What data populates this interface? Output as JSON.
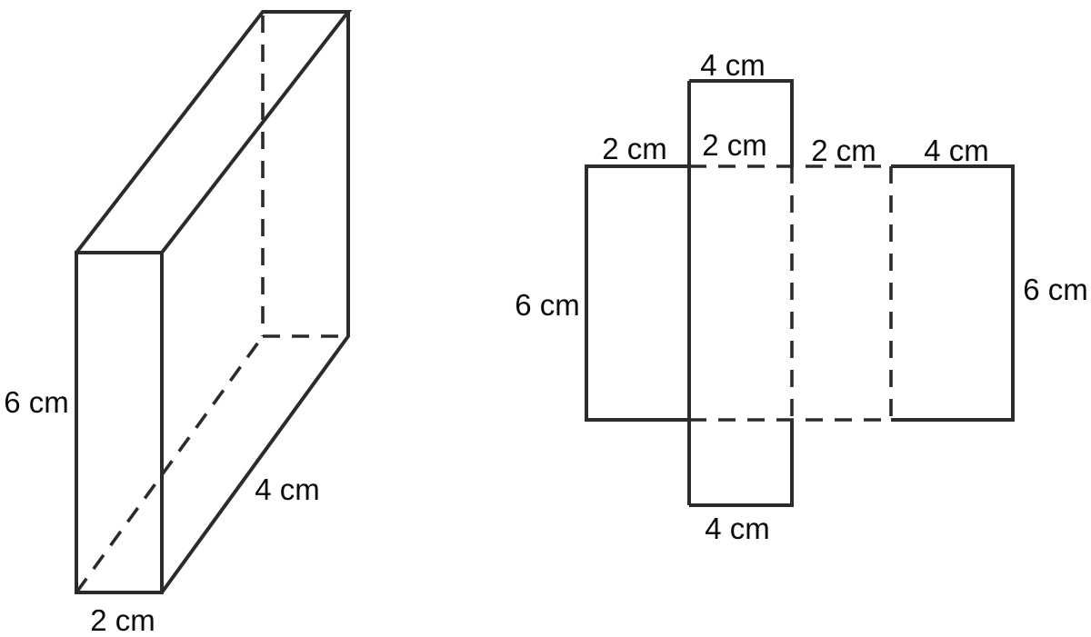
{
  "diagram": {
    "description": "Rectangular prism with its unfolded net",
    "background_color": "#ffffff",
    "line_color": "#2b2b2b",
    "text_color": "#0a0a0a",
    "prism": {
      "shape": "rectangular-prism",
      "labels": {
        "height": "6 cm",
        "depth": "2 cm",
        "length": "4 cm"
      }
    },
    "net": {
      "shape": "prism-net",
      "labels": {
        "top_flap_width": "4 cm",
        "left_face_width": "2 cm",
        "top_flap_depth": "2 cm",
        "middle_gap_width": "2 cm",
        "back_face_width": "4 cm",
        "left_face_height": "6 cm",
        "back_face_height": "6 cm",
        "bottom_flap_width": "4 cm"
      }
    }
  }
}
